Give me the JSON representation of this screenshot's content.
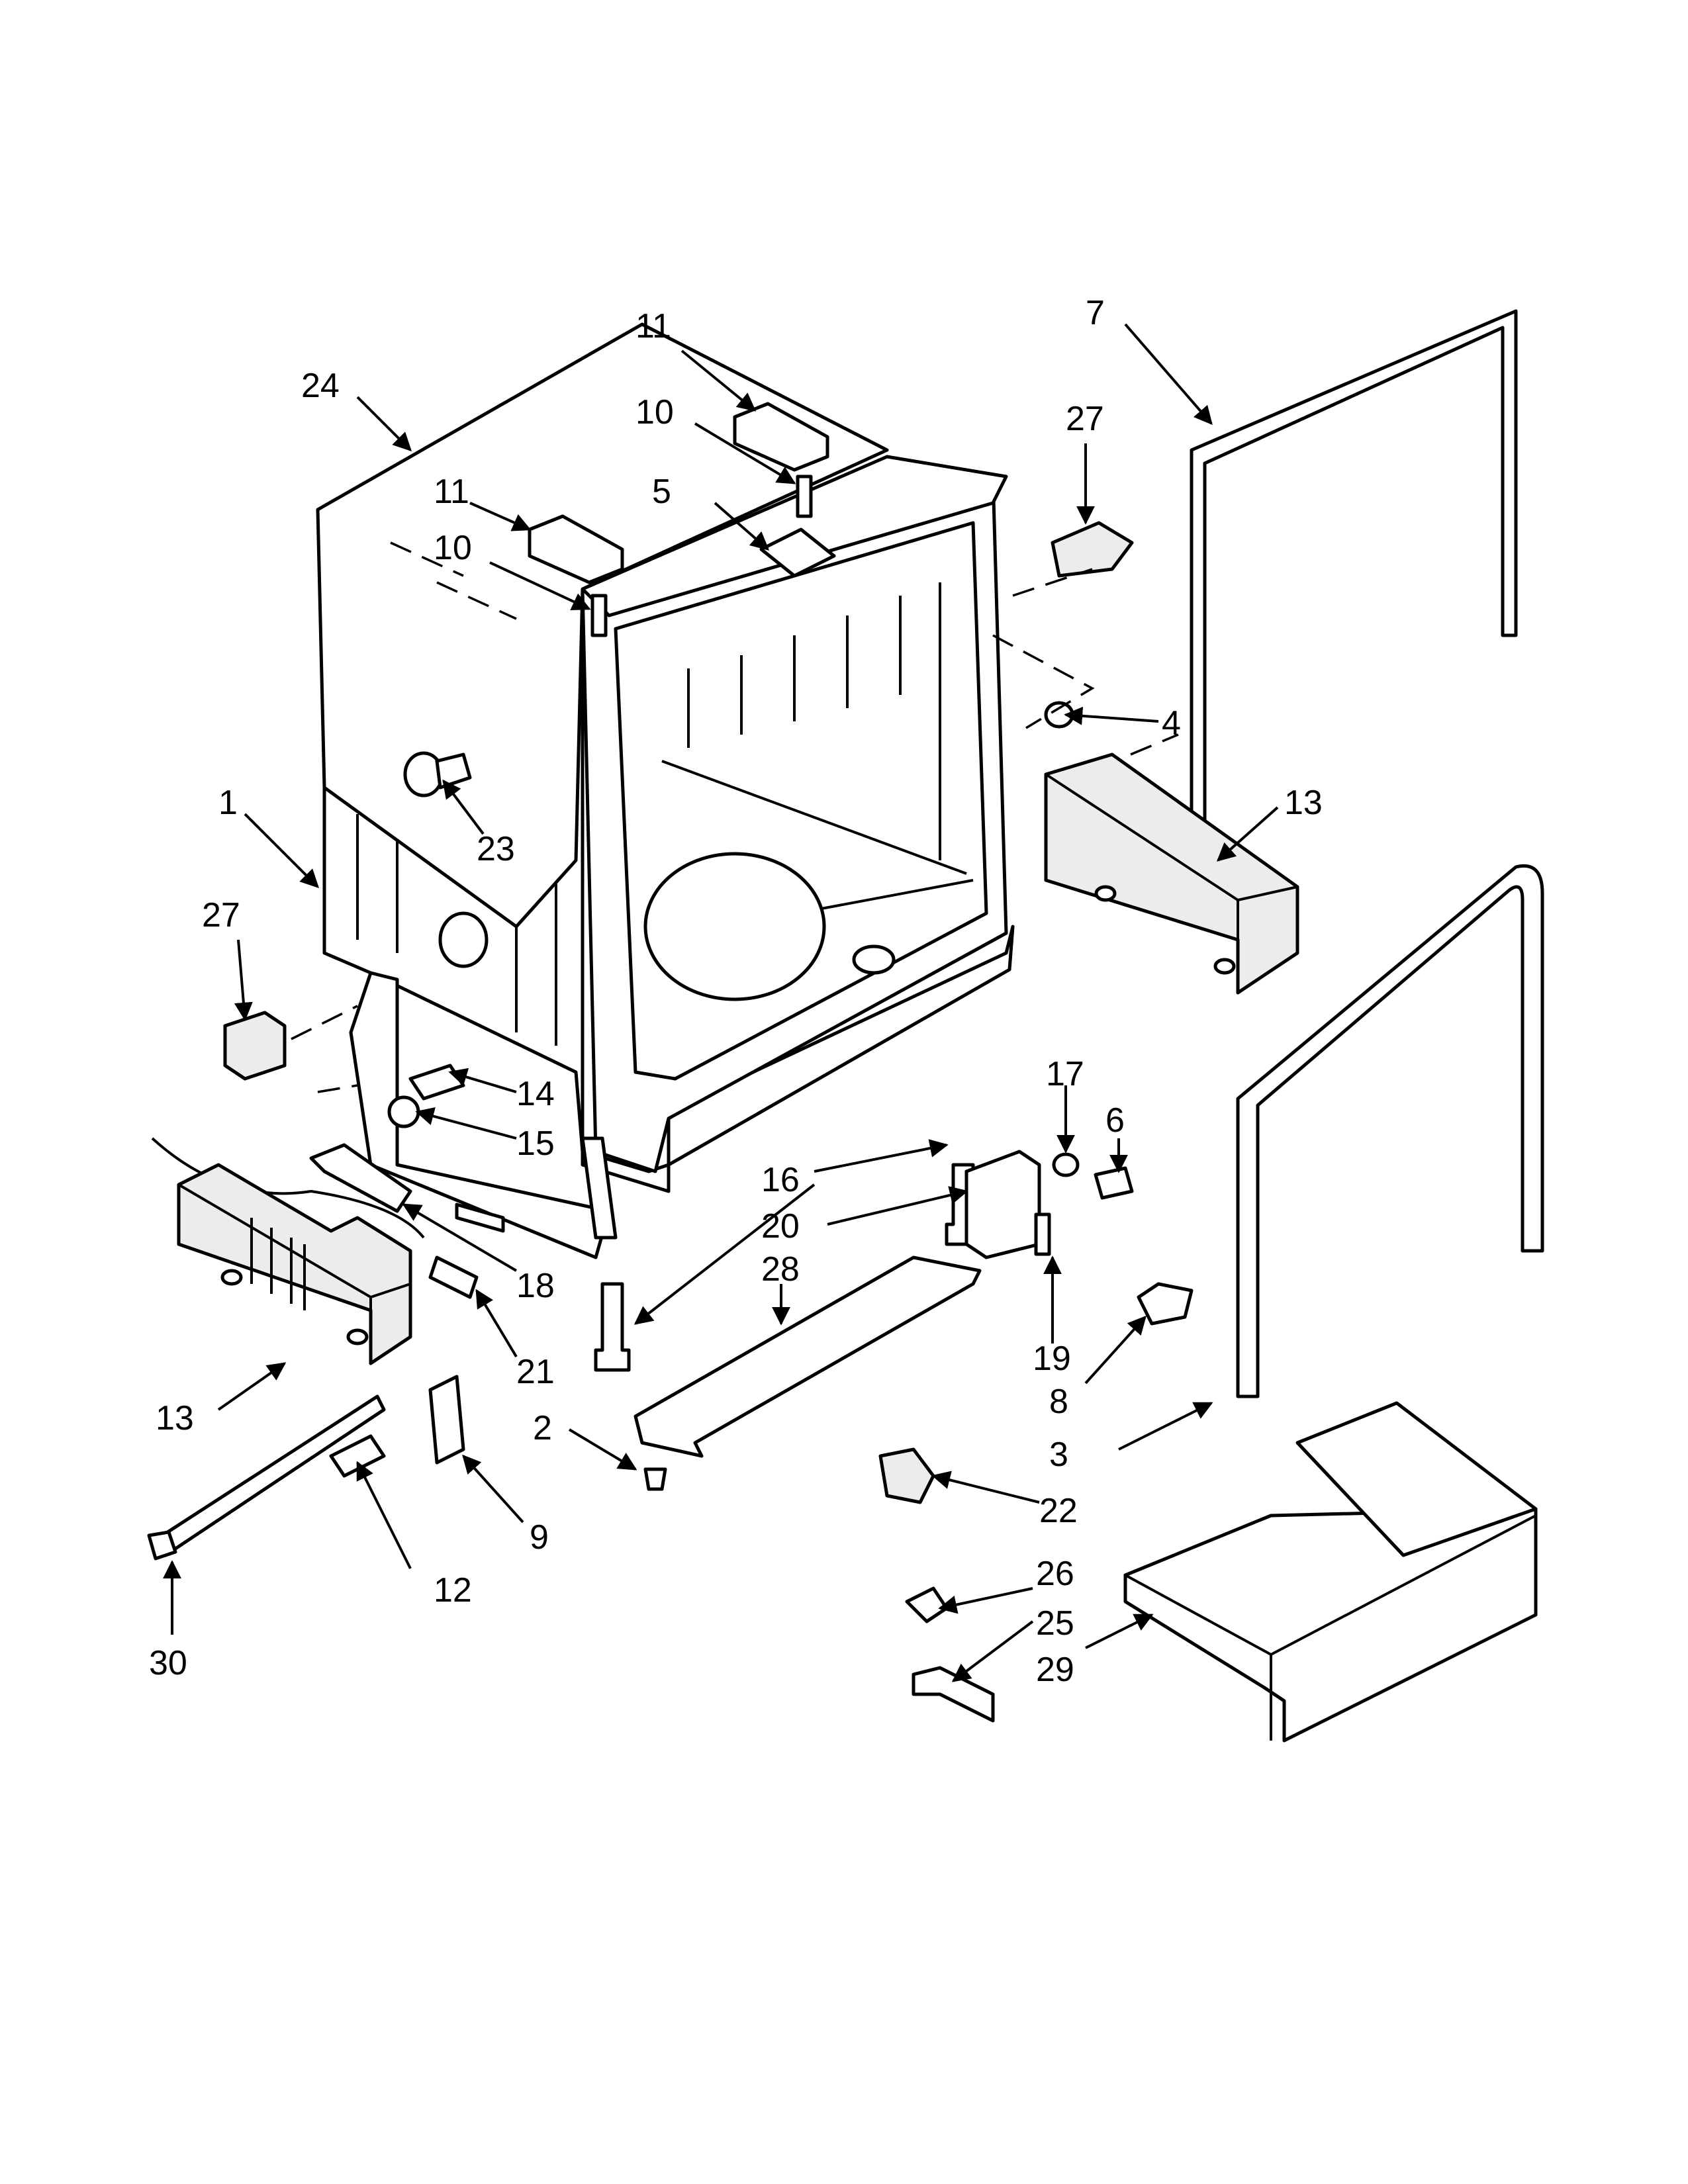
{
  "diagram": {
    "callouts": [
      {
        "id": "c1",
        "text": "1"
      },
      {
        "id": "c2",
        "text": "2"
      },
      {
        "id": "c3",
        "text": "3"
      },
      {
        "id": "c4",
        "text": "4"
      },
      {
        "id": "c5",
        "text": "5"
      },
      {
        "id": "c6",
        "text": "6"
      },
      {
        "id": "c7",
        "text": "7"
      },
      {
        "id": "c8",
        "text": "8"
      },
      {
        "id": "c9",
        "text": "9"
      },
      {
        "id": "c10a",
        "text": "10"
      },
      {
        "id": "c10b",
        "text": "10"
      },
      {
        "id": "c11a",
        "text": "11"
      },
      {
        "id": "c11b",
        "text": "11"
      },
      {
        "id": "c12",
        "text": "12"
      },
      {
        "id": "c13a",
        "text": "13"
      },
      {
        "id": "c13b",
        "text": "13"
      },
      {
        "id": "c14",
        "text": "14"
      },
      {
        "id": "c15",
        "text": "15"
      },
      {
        "id": "c16",
        "text": "16"
      },
      {
        "id": "c17",
        "text": "17"
      },
      {
        "id": "c18",
        "text": "18"
      },
      {
        "id": "c19",
        "text": "19"
      },
      {
        "id": "c20",
        "text": "20"
      },
      {
        "id": "c21",
        "text": "21"
      },
      {
        "id": "c22",
        "text": "22"
      },
      {
        "id": "c23",
        "text": "23"
      },
      {
        "id": "c24",
        "text": "24"
      },
      {
        "id": "c25",
        "text": "25"
      },
      {
        "id": "c26",
        "text": "26"
      },
      {
        "id": "c27a",
        "text": "27"
      },
      {
        "id": "c27b",
        "text": "27"
      },
      {
        "id": "c28",
        "text": "28"
      },
      {
        "id": "c29",
        "text": "29"
      },
      {
        "id": "c30",
        "text": "30"
      }
    ],
    "colors": {
      "line": "#000000",
      "background": "#ffffff",
      "shade": "#ececec"
    }
  }
}
